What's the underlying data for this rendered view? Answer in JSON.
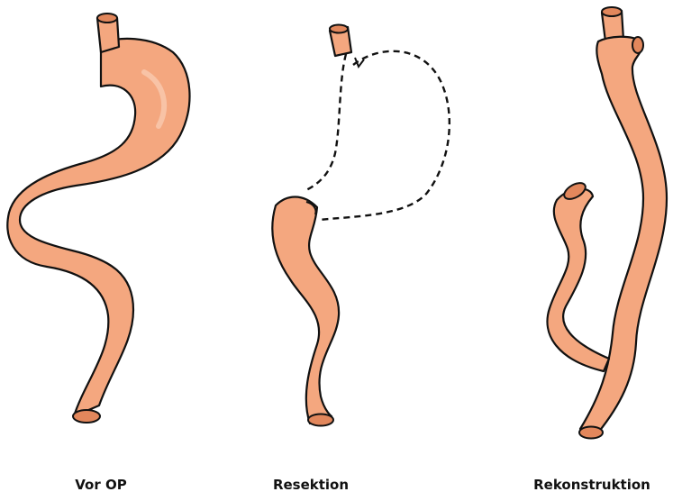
{
  "captions": {
    "before": "Vor OP",
    "resection": "Resektion",
    "reconstruction": "Rekonstruktion"
  },
  "colors": {
    "organ_fill": "#f4a77f",
    "organ_highlight": "#f8c3a6",
    "lumen": "#e2875c",
    "outline": "#111111",
    "background": "#ffffff"
  }
}
